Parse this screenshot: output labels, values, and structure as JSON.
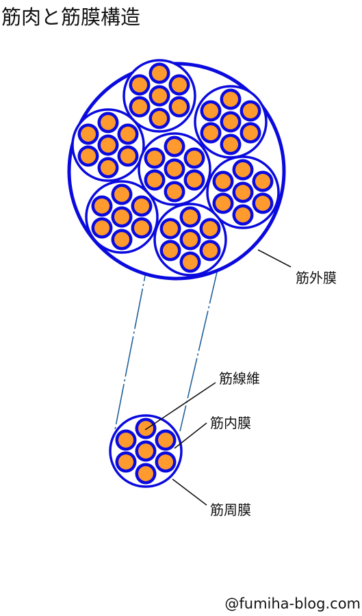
{
  "title": "筋肉と筋膜構造",
  "labels": {
    "epimysium": "筋外膜",
    "muscle_fiber": "筋線維",
    "endomysium": "筋内膜",
    "perimysium": "筋周膜"
  },
  "credit": "@fumiha-blog.com",
  "colors": {
    "membrane": "#0a0adf",
    "fiber": "#ff9a2e",
    "connector": "#1f5f99",
    "text": "#111111",
    "background": "#ffffff"
  }
}
